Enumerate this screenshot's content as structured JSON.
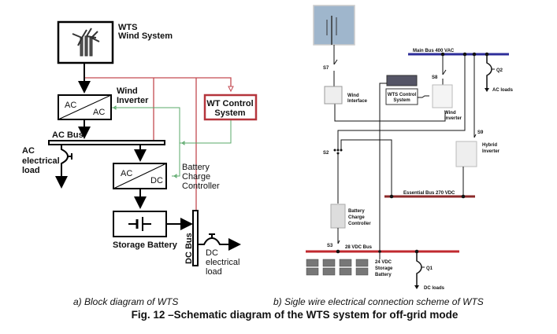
{
  "figure": {
    "caption": "Fig. 12 –Schematic diagram of the WTS system for off-grid mode",
    "subcaption_a": "a) Block diagram of WTS",
    "subcaption_b": "b) Sigle wire electrical connection scheme of WTS"
  },
  "block_diagram": {
    "wts_title": "WTS",
    "wts_subtitle": "Wind System",
    "wind_inverter_line1": "Wind",
    "wind_inverter_line2": "Inverter",
    "inverter_in": "AC",
    "inverter_out": "AC",
    "control_line1": "WT Control",
    "control_line2": "System",
    "ac_bus": "AC Bus",
    "ac_load_line1": "AC",
    "ac_load_line2": "electrical",
    "ac_load_line3": "load",
    "charger_in": "AC",
    "charger_out": "DC",
    "bcc_line1": "Battery",
    "bcc_line2": "Charge",
    "bcc_line3": "Controller",
    "storage": "Storage Battery",
    "dc_bus": "DC Bus",
    "dc_load_line1": "DC",
    "dc_load_line2": "electrical",
    "dc_load_line3": "load"
  },
  "wiring_scheme": {
    "main_bus": "Main Bus 400 VAC",
    "s7": "S7",
    "s8": "S8",
    "s9": "S9",
    "s2": "S2",
    "s3": "S3",
    "q2": "Q2",
    "q1": "Q1",
    "ac_loads": "AC loads",
    "dc_loads": "DC loads",
    "wind_interface_line1": "Wind",
    "wind_interface_line2": "Interface",
    "wts_control_line1": "WTS Control",
    "wts_control_line2": "System",
    "wind_inverter_line1": "Wind",
    "wind_inverter_line2": "Inverter",
    "hybrid_line1": "Hybrid",
    "hybrid_line2": "Inverter",
    "essential_bus": "Essential Bus 270 VDC",
    "bcc_line1": "Battery",
    "bcc_line2": "Charge",
    "bcc_line3": "Controller",
    "dc_bus": "28 VDC Bus",
    "storage_line1": "24 VDC",
    "storage_line2": "Storage",
    "storage_line3": "Battery"
  },
  "colors": {
    "control_red": "#b5353c",
    "signal_green": "#5aa86a",
    "main_bus_blue": "#2e2e9a",
    "dc_bus_red": "#c0292f",
    "essential_bus_brown": "#8c2a2a"
  }
}
